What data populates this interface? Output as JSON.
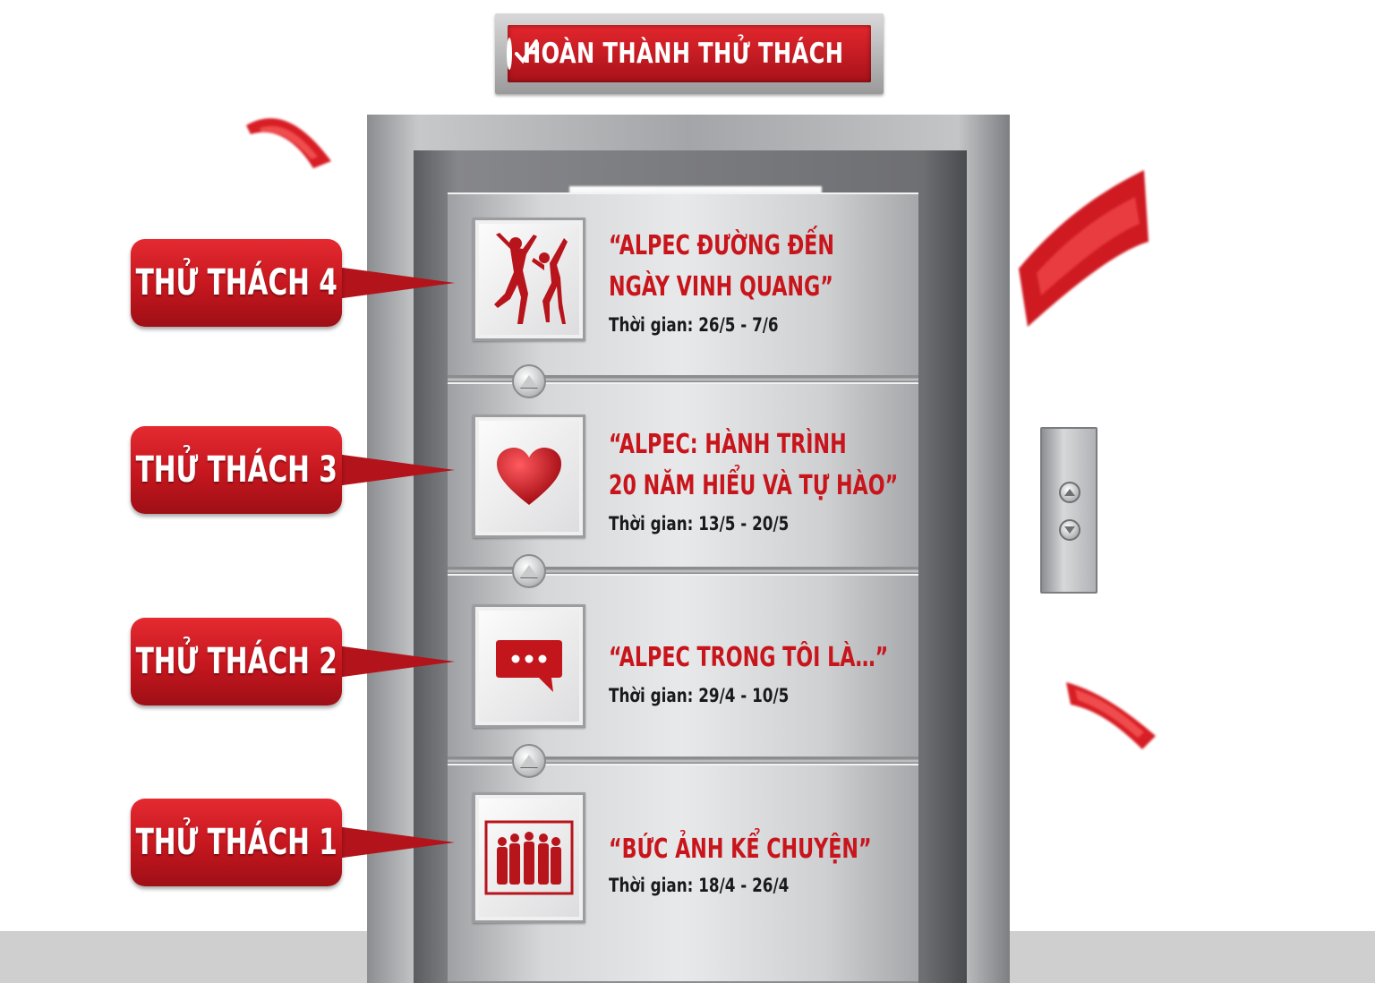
{
  "header": {
    "title": "HOÀN THÀNH THỬ THÁCH",
    "icon": "check-circle-icon"
  },
  "challenges": [
    {
      "label": "THỬ THÁCH 4",
      "title_line1": "“ALPEC ĐƯỜNG ĐẾN",
      "title_line2": "NGÀY VINH QUANG”",
      "time": "Thời gian: 26/5 - 7/6",
      "icon": "dancers-icon"
    },
    {
      "label": "THỬ THÁCH 3",
      "title_line1": "“ALPEC: HÀNH TRÌNH",
      "title_line2": "20 NĂM HIỂU VÀ TỰ HÀO”",
      "time": "Thời gian: 13/5 - 20/5",
      "icon": "heart-icon"
    },
    {
      "label": "THỬ THÁCH 2",
      "title_line1": "“ALPEC TRONG TÔI LÀ…”",
      "title_line2": "",
      "time": "Thời gian: 29/4 - 10/5",
      "icon": "chat-bubble-icon"
    },
    {
      "label": "THỬ THÁCH 1",
      "title_line1": "“BỨC ẢNH KỂ CHUYỆN”",
      "title_line2": "",
      "time": "Thời gian: 18/4 - 26/4",
      "icon": "group-photo-icon"
    }
  ],
  "colors": {
    "accent": "#c8151c",
    "steel": "#c7c8ca",
    "floor": "#cfcfcf"
  }
}
